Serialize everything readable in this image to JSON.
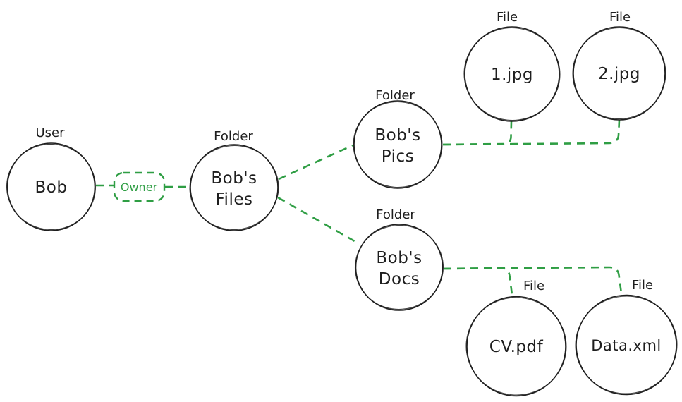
{
  "diagram": {
    "kind": "hand-drawn entity diagram",
    "colors": {
      "ink": "#1e1e1e",
      "edge_green": "#2f9e44",
      "background": "#ffffff"
    },
    "relationship": {
      "label": "Owner"
    },
    "nodes": {
      "bob": {
        "type": "User",
        "line1": "Bob",
        "line2": ""
      },
      "bobs_files": {
        "type": "Folder",
        "line1": "Bob's",
        "line2": "Files"
      },
      "bobs_pics": {
        "type": "Folder",
        "line1": "Bob's",
        "line2": "Pics"
      },
      "bobs_docs": {
        "type": "Folder",
        "line1": "Bob's",
        "line2": "Docs"
      },
      "file_1jpg": {
        "type": "File",
        "line1": "1.jpg",
        "line2": ""
      },
      "file_2jpg": {
        "type": "File",
        "line1": "2.jpg",
        "line2": ""
      },
      "cv_pdf": {
        "type": "File",
        "line1": "CV.pdf",
        "line2": ""
      },
      "data_xml": {
        "type": "File",
        "line1": "Data.xml",
        "line2": ""
      }
    },
    "edges": [
      {
        "from": "Bob",
        "to": "Bob's Files",
        "label": "Owner",
        "style": "dashed-green"
      },
      {
        "from": "Bob's Files",
        "to": "Bob's Pics",
        "label": "",
        "style": "dashed-green"
      },
      {
        "from": "Bob's Files",
        "to": "Bob's Docs",
        "label": "",
        "style": "dashed-green"
      },
      {
        "from": "Bob's Pics",
        "to": "1.jpg",
        "label": "",
        "style": "dashed-green"
      },
      {
        "from": "Bob's Pics",
        "to": "2.jpg",
        "label": "",
        "style": "dashed-green"
      },
      {
        "from": "Bob's Docs",
        "to": "CV.pdf",
        "label": "",
        "style": "dashed-green"
      },
      {
        "from": "Bob's Docs",
        "to": "Data.xml",
        "label": "",
        "style": "dashed-green"
      }
    ]
  }
}
